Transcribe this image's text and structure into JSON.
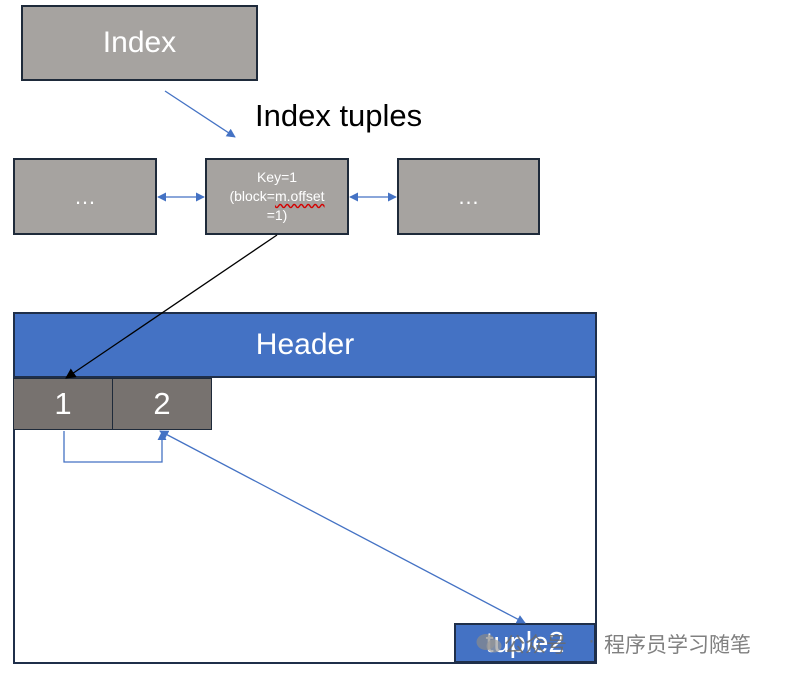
{
  "index_box": {
    "label": "Index"
  },
  "index_tuples_label": "Index tuples",
  "tuples": {
    "left": "…",
    "middle_line1": "Key=1",
    "middle_line2_a": "(block=",
    "middle_line2_b": "m.offset",
    "middle_line3": "=1)",
    "right": "…"
  },
  "page": {
    "header": "Header",
    "slots": [
      "1",
      "2"
    ],
    "tuple": "tuple2"
  },
  "watermark": {
    "prefix": "公众号",
    "dot": "·",
    "name": "程序员学习随笔"
  },
  "colors": {
    "blue": "#4472c4",
    "gray": "#a6a3a0",
    "dark_gray": "#77726f",
    "arrow": "#4472c4"
  }
}
